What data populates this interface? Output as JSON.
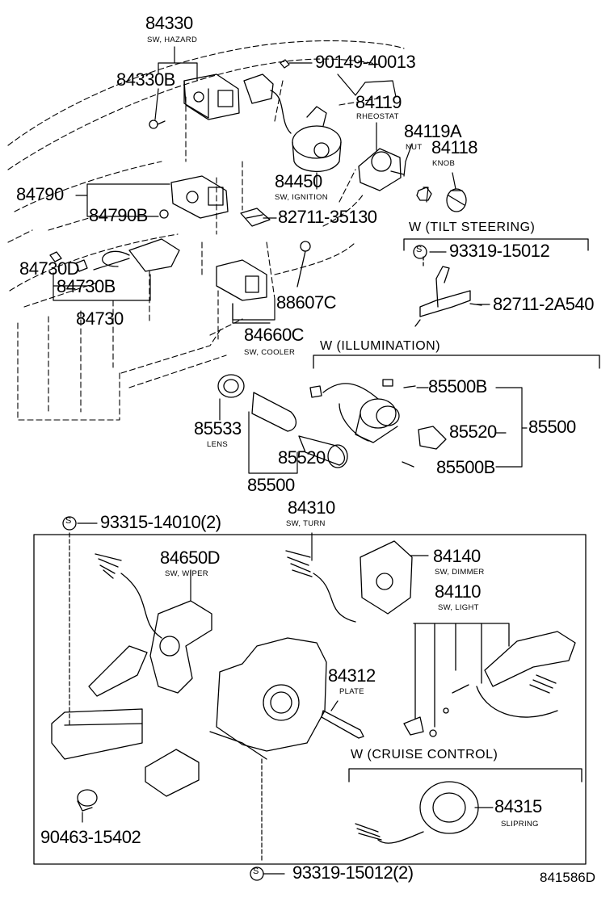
{
  "labels": {
    "p84330": "84330",
    "p84330_desc": "SW, HAZARD",
    "p84330B": "84330B",
    "p90149": "90149-40013",
    "p84119": "84119",
    "p84119_desc": "RHEOSTAT",
    "p84119A": "84119A",
    "p84119A_desc": "NUT",
    "p84118": "84118",
    "p84118_desc": "KNOB",
    "p84450": "84450",
    "p84450_desc": "SW, IGNITION",
    "p84790": "84790",
    "p84790B": "84790B",
    "p82711_35130": "82711-35130",
    "p84730D": "84730D",
    "p84730B": "84730B",
    "p84730": "84730",
    "p88607C": "88607C",
    "p84660C": "84660C",
    "p84660C_desc": "SW, COOLER",
    "w_tilt": "W (TILT STEERING)",
    "p93319_15012": "93319-15012",
    "p82711_2A540": "82711-2A540",
    "w_illum": "W  (ILLUMINATION)",
    "p85500B_top": "85500B",
    "p85520_right": "85520",
    "p85500_right": "85500",
    "p85500B_bot": "85500B",
    "p85533": "85533",
    "p85533_desc": "LENS",
    "p85520_left": "85520",
    "p85500_left": "85500",
    "p93315": "93315-14010(2)",
    "p84310": "84310",
    "p84310_desc": "SW, TURN",
    "p84650D": "84650D",
    "p84650D_desc": "SW, WIPER",
    "p84140": "84140",
    "p84140_desc": "SW, DIMMER",
    "p84110": "84110",
    "p84110_desc": "SW, LIGHT",
    "p84312": "84312",
    "p84312_desc": "PLATE",
    "w_cruise": "W (CRUISE CONTROL)",
    "p84315": "84315",
    "p84315_desc": "SLIPRING",
    "p90463": "90463-15402",
    "p93319_bottom": "93319-15012(2)",
    "s_symbol": "S",
    "diagram_ref": "841586D"
  }
}
